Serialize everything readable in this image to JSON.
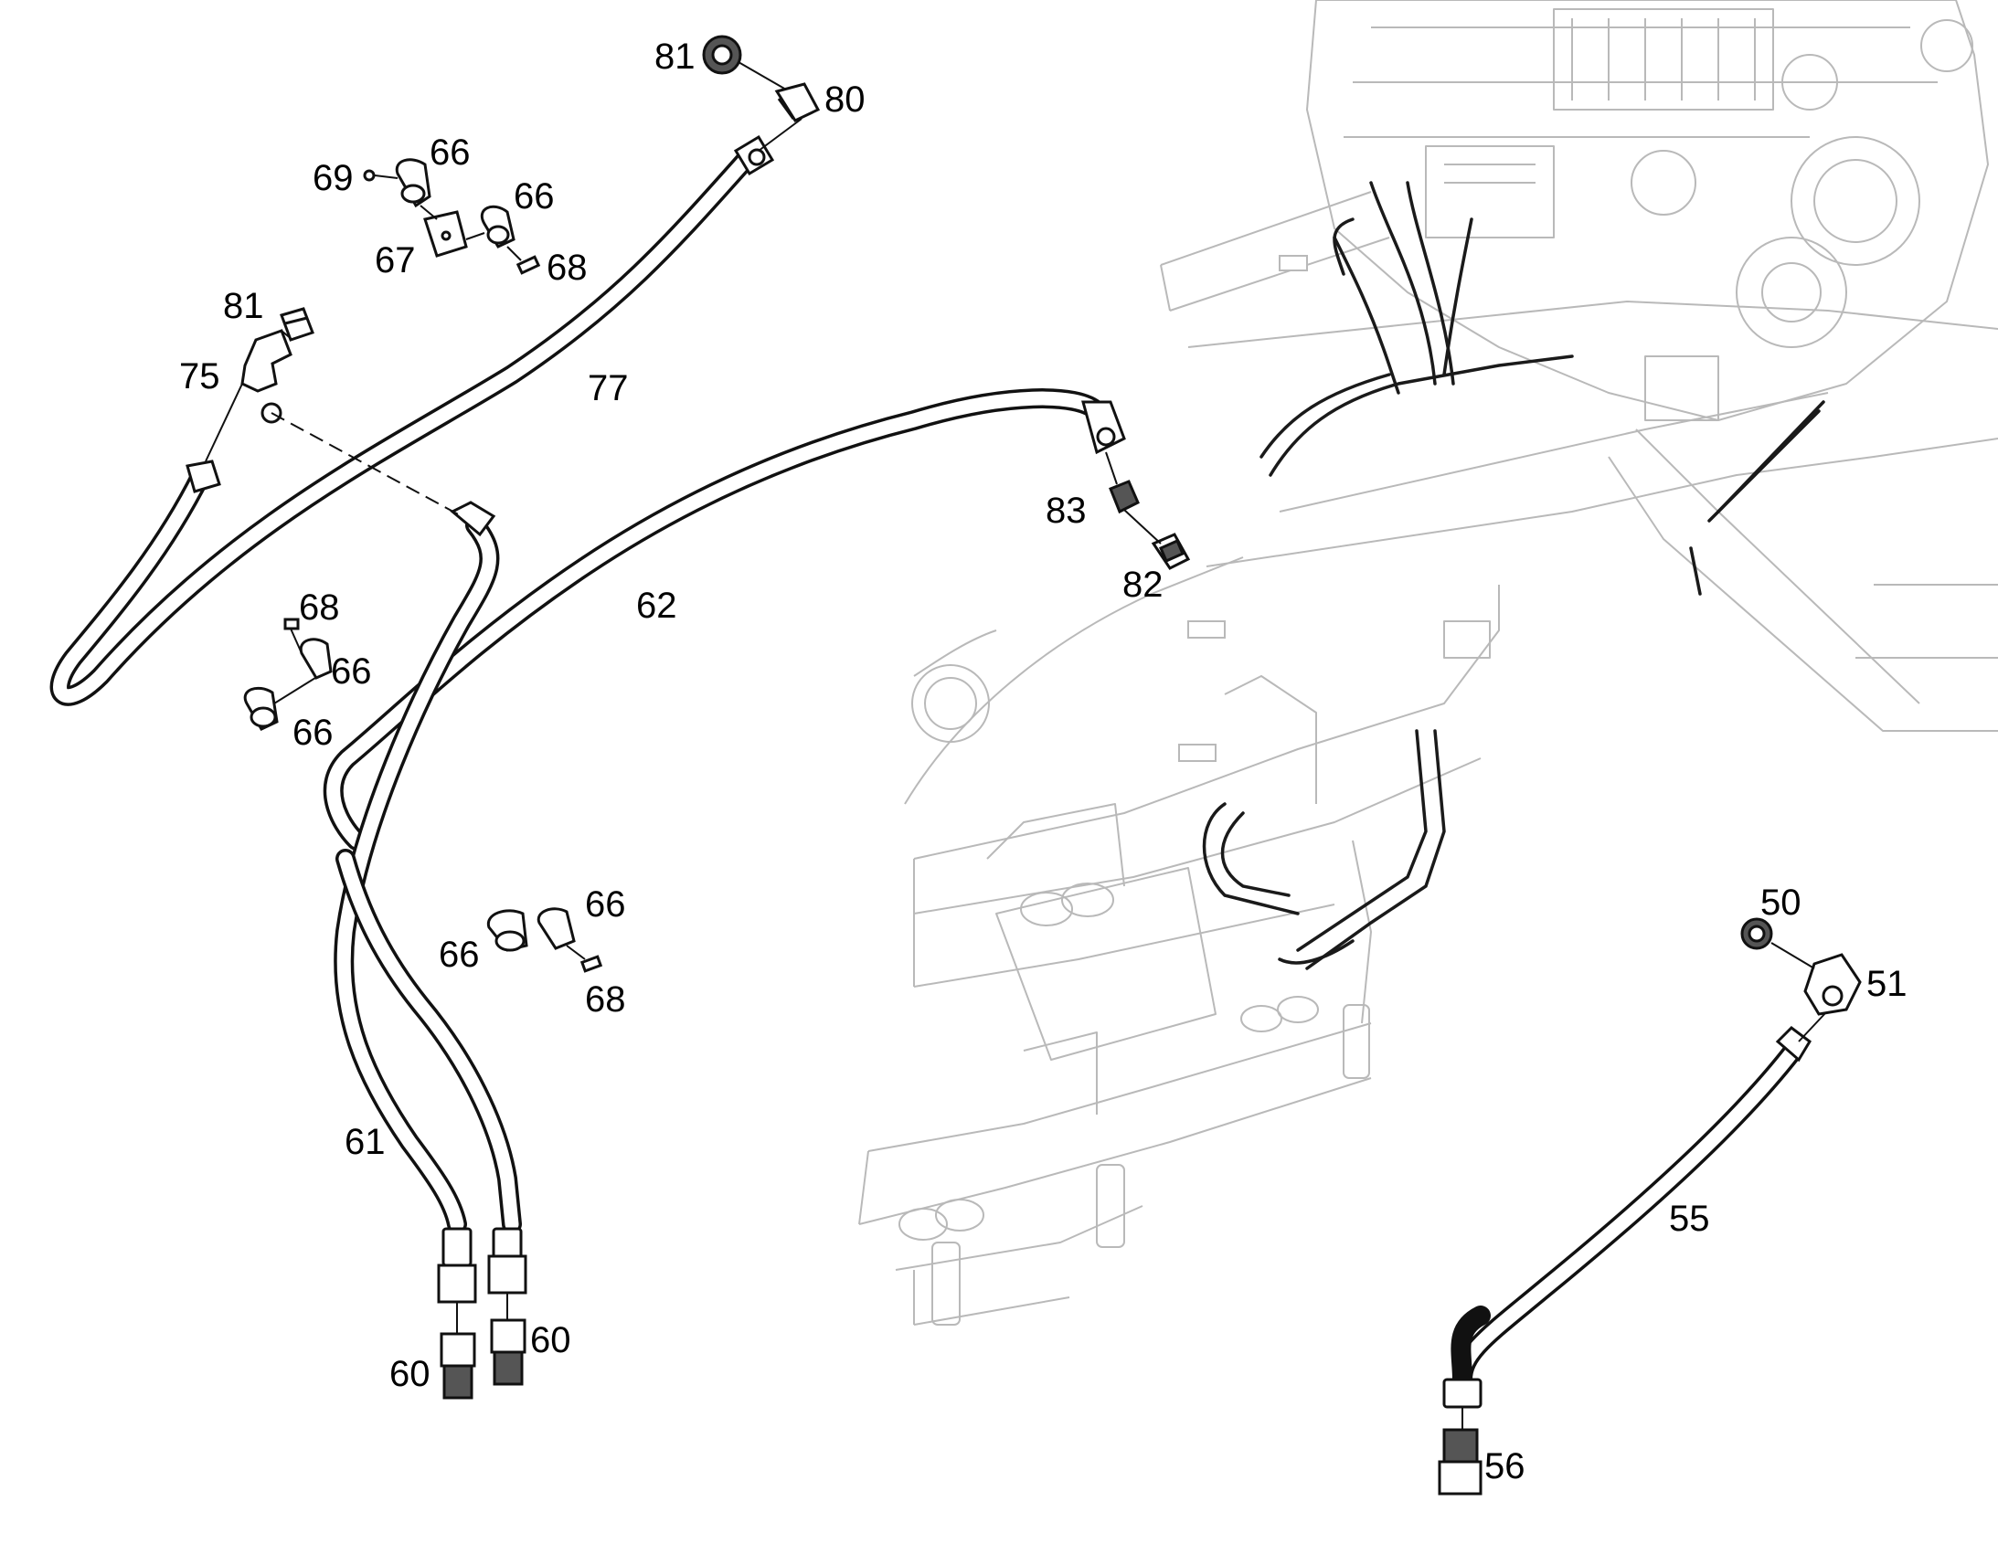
{
  "callouts": [
    {
      "id": "81-top",
      "text": "81"
    },
    {
      "id": "80",
      "text": "80"
    },
    {
      "id": "69",
      "text": "69"
    },
    {
      "id": "66-a",
      "text": "66"
    },
    {
      "id": "66-b",
      "text": "66"
    },
    {
      "id": "67",
      "text": "67"
    },
    {
      "id": "68-a",
      "text": "68"
    },
    {
      "id": "81-left",
      "text": "81"
    },
    {
      "id": "75",
      "text": "75"
    },
    {
      "id": "77",
      "text": "77"
    },
    {
      "id": "83",
      "text": "83"
    },
    {
      "id": "82",
      "text": "82"
    },
    {
      "id": "62",
      "text": "62"
    },
    {
      "id": "68-b",
      "text": "68"
    },
    {
      "id": "66-c",
      "text": "66"
    },
    {
      "id": "66-d",
      "text": "66"
    },
    {
      "id": "66-e",
      "text": "66"
    },
    {
      "id": "66-f",
      "text": "66"
    },
    {
      "id": "68-c",
      "text": "68"
    },
    {
      "id": "61",
      "text": "61"
    },
    {
      "id": "60-a",
      "text": "60"
    },
    {
      "id": "60-b",
      "text": "60"
    },
    {
      "id": "50",
      "text": "50"
    },
    {
      "id": "51",
      "text": "51"
    },
    {
      "id": "55",
      "text": "55"
    },
    {
      "id": "56",
      "text": "56"
    }
  ]
}
